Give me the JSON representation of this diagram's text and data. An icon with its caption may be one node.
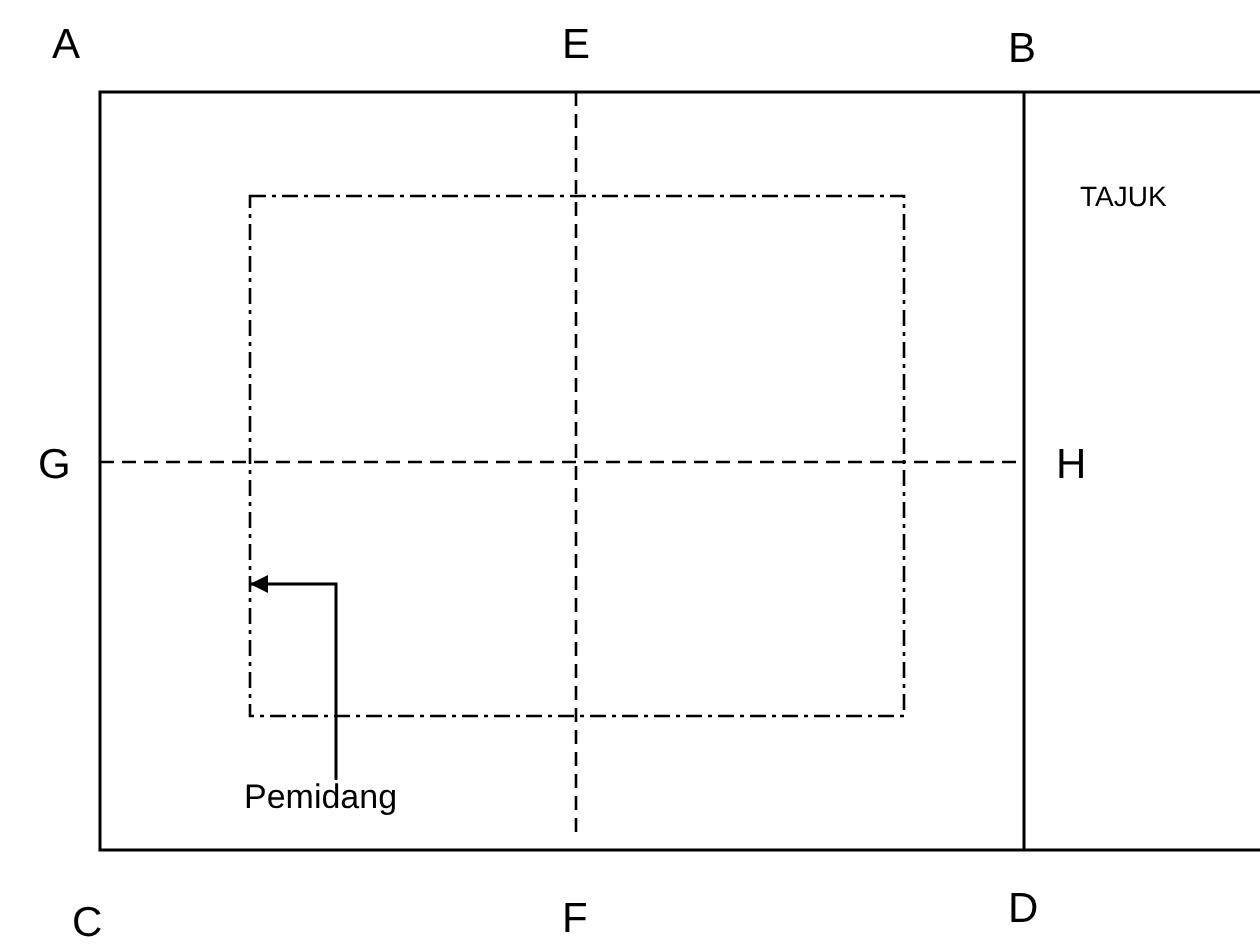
{
  "diagram": {
    "nodes": [
      {
        "text": [],
        "shape": "box"
      },
      {
        "text": [
          "Pemidang"
        ]
      }
    ],
    "edges": [
      {
        "from": 1,
        "to": 0,
        "arrow": "to"
      }
    ],
    "labels": [
      "A",
      "E",
      "B",
      "TAJUK",
      "G",
      "H",
      "C",
      "F",
      "D"
    ]
  }
}
